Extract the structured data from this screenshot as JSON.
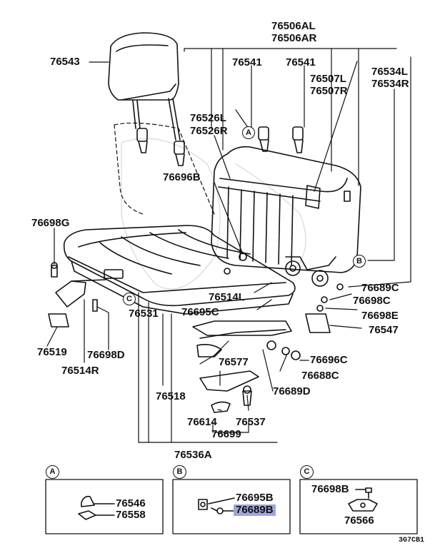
{
  "labels": {
    "p76543": "76543",
    "p76506AL": "76506AL",
    "p76506AR": "76506AR",
    "p76541a": "76541",
    "p76541b": "76541",
    "p76507L": "76507L",
    "p76507R": "76507R",
    "p76534L": "76534L",
    "p76534R": "76534R",
    "p76526L": "76526L",
    "p76526R": "76526R",
    "p76696B": "76696B",
    "p76698G": "76698G",
    "p76689C": "76689C",
    "p76698C": "76698C",
    "p76698E": "76698E",
    "p76547": "76547",
    "p76514L": "76514L",
    "p76531": "76531",
    "p76695C": "76695C",
    "p76519": "76519",
    "p76698D": "76698D",
    "p76514R": "76514R",
    "p76577": "76577",
    "p76696C": "76696C",
    "p76688C": "76688C",
    "p76689D": "76689D",
    "p76518": "76518",
    "p76614": "76614",
    "p76537": "76537",
    "p76699": "76699",
    "p76536A": "76536A"
  },
  "callouts": {
    "a": "A",
    "b": "B",
    "c": "C"
  },
  "insets": {
    "a": {
      "head": "A",
      "parts": [
        "76546",
        "76558"
      ]
    },
    "b": {
      "head": "B",
      "parts": [
        "76695B",
        "76689B"
      ],
      "highlighted": "76689B"
    },
    "c": {
      "head": "C",
      "parts": [
        "76698B",
        "76566"
      ]
    }
  },
  "diagram_code": "3G7CB1",
  "colors": {
    "highlight": "#9fa6dc",
    "ink": "#111111"
  }
}
